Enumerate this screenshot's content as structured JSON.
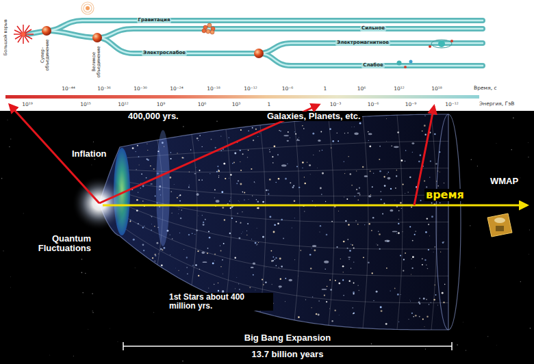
{
  "diagram": {
    "labels": [
      "Большой взрыв",
      "Супер-объединение",
      "Великое объединение",
      "Гравитация",
      "Сильное",
      "Электрослабое",
      "Электромагнитное",
      "Слабое",
      "10⁻⁴⁴",
      "10⁻³⁶",
      "10⁻³⁰",
      "10⁻²⁴",
      "10⁻¹⁸",
      "10⁻¹²",
      "10⁻⁶",
      "1",
      "10⁶",
      "10¹²",
      "10¹⁸",
      "Время, с",
      "10¹⁹",
      "10¹⁵",
      "10¹²",
      "10⁹",
      "10⁶",
      "10³",
      "1",
      "10⁻³",
      "10⁻⁶",
      "10⁻⁹",
      "10⁻¹²",
      "Энергия, ГэВ",
      "400,000 yrs.",
      "Galaxies, Planets, etc.",
      "Inflation",
      "Quantum Fluctuations",
      "1st Stars about 400 million yrs.",
      "Big Bang Expansion",
      "13.7 billion years",
      "WMAP",
      "время"
    ]
  }
}
